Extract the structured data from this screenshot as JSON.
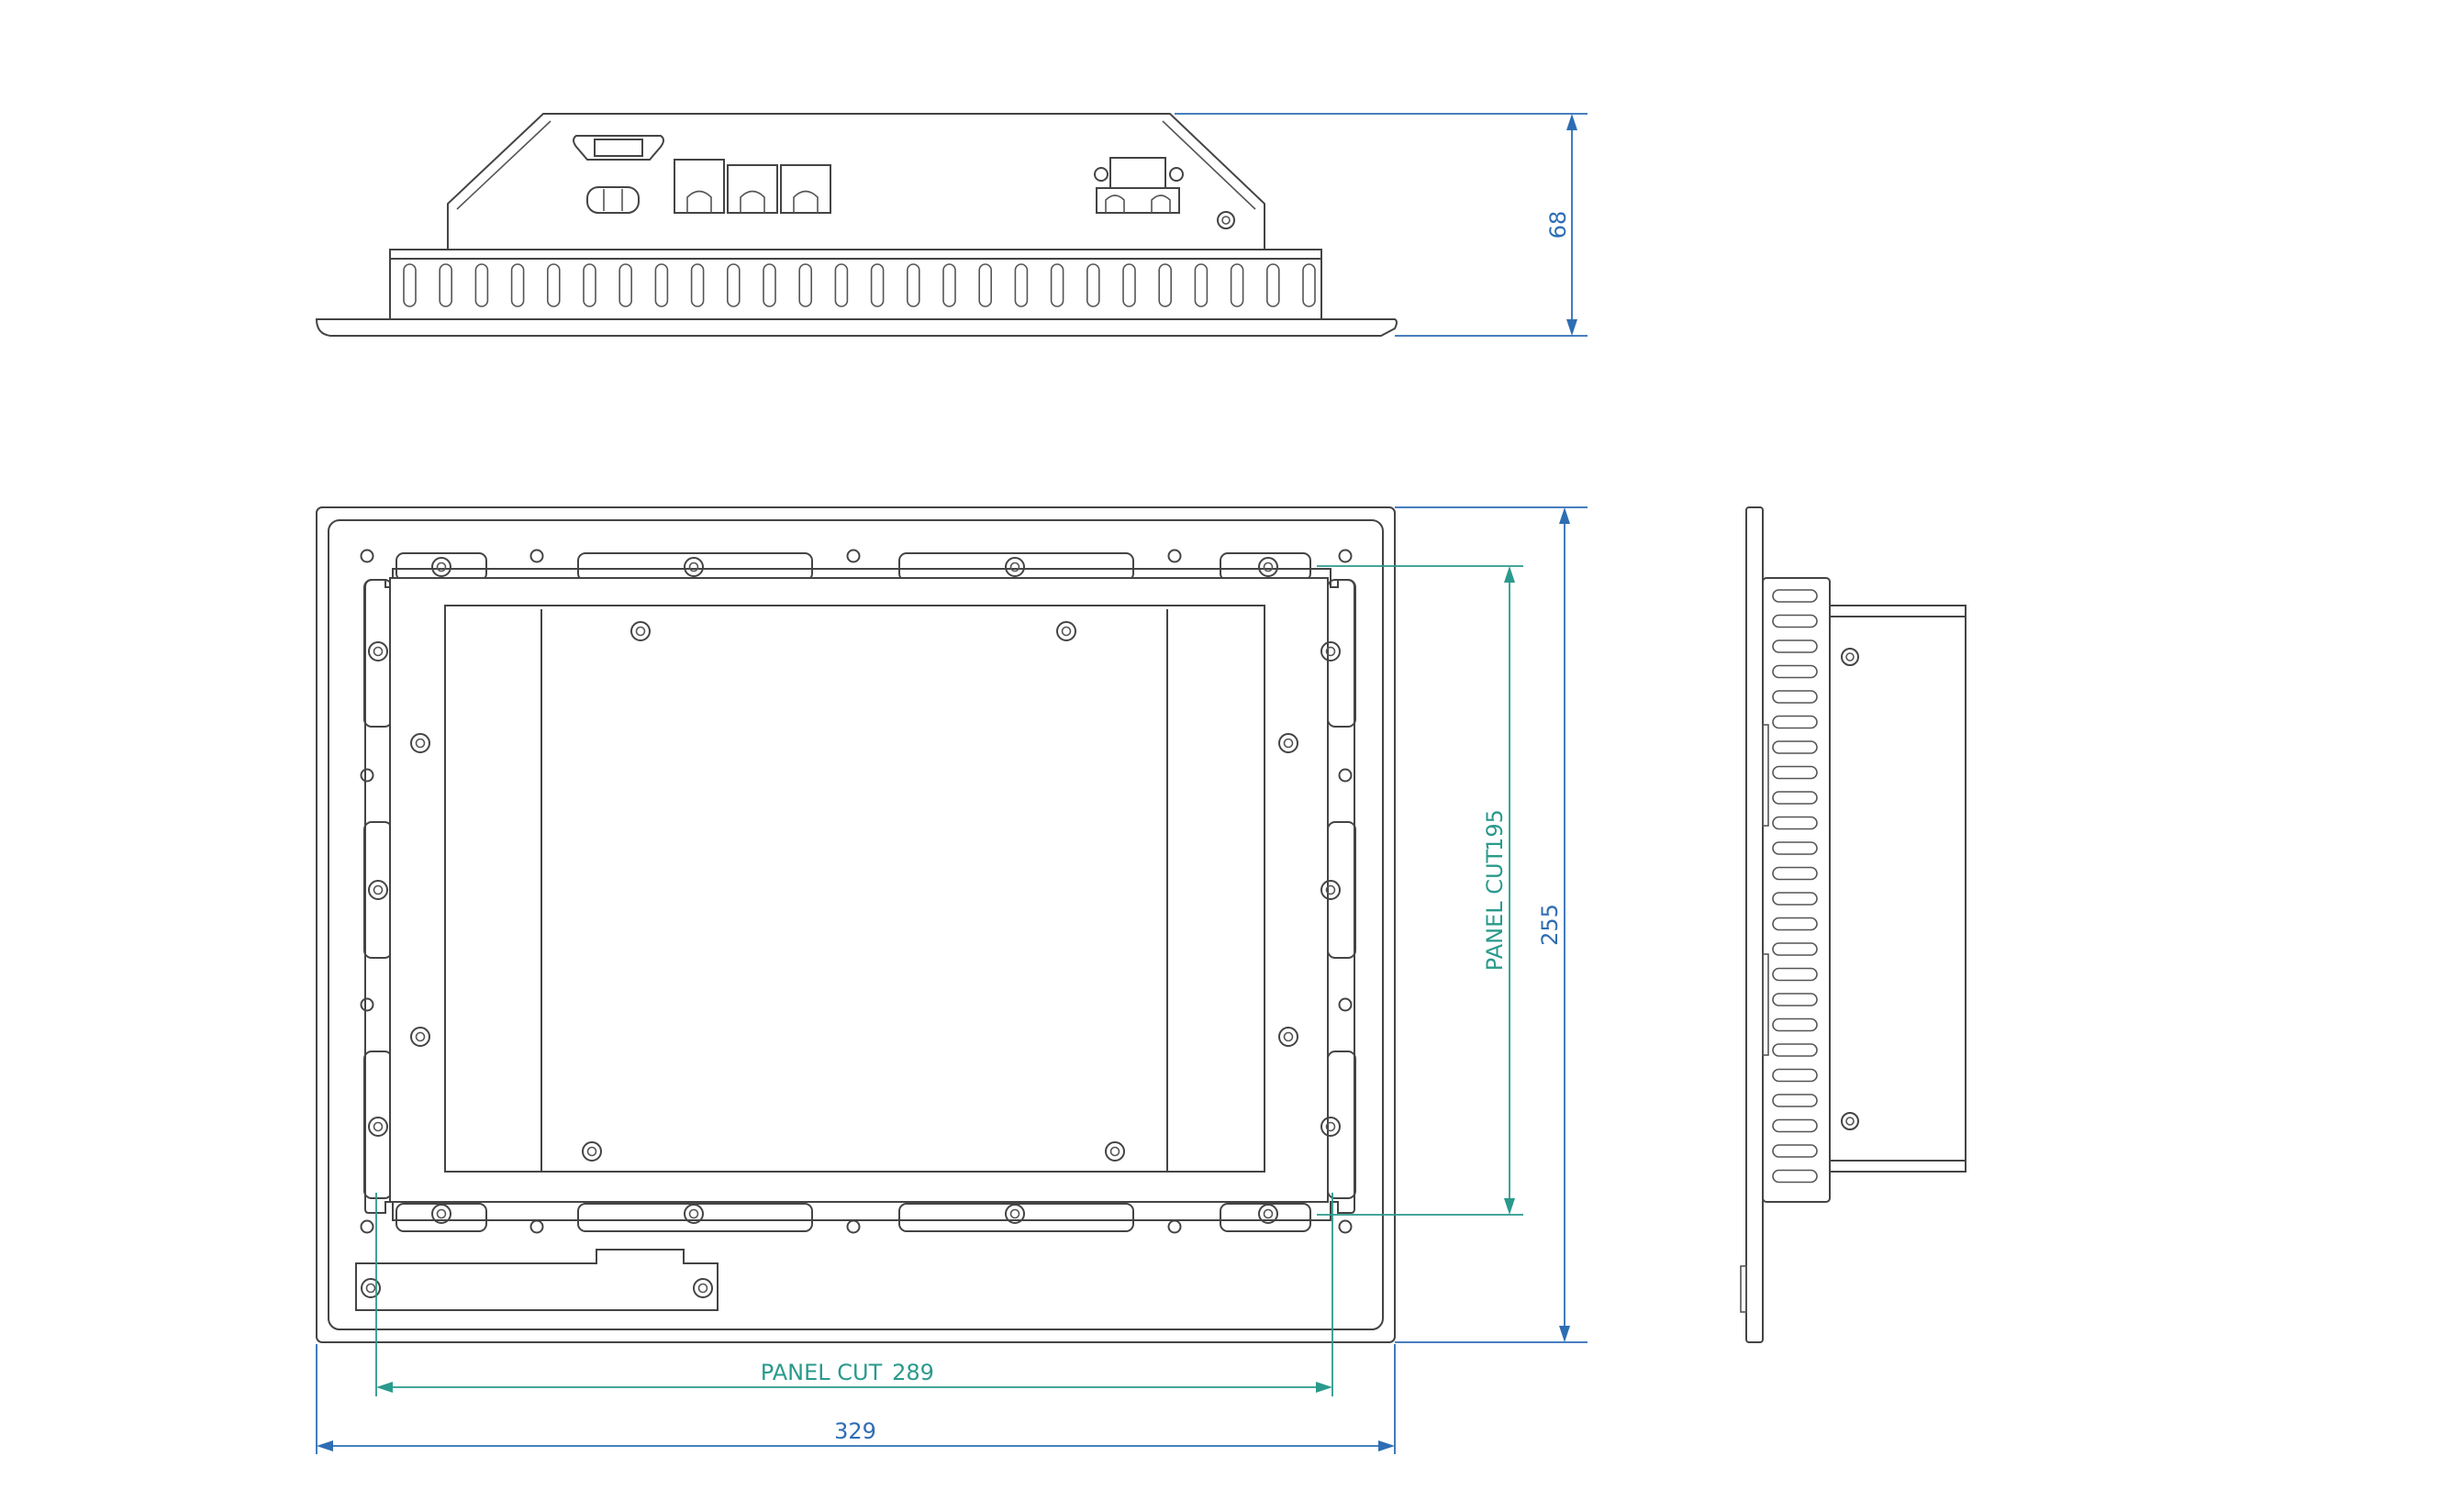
{
  "dimensions": {
    "height_top_view": "68",
    "overall_height": "255",
    "overall_width": "329",
    "panel_cut_width": {
      "label": "PANEL CUT",
      "value": "289"
    },
    "panel_cut_height": {
      "label": "PANEL CUT",
      "value": "195"
    }
  },
  "colors": {
    "outline": "#444444",
    "dimension_blue": "#2e6db4",
    "panel_cut_teal": "#2a9a8c",
    "background": "#ffffff"
  }
}
